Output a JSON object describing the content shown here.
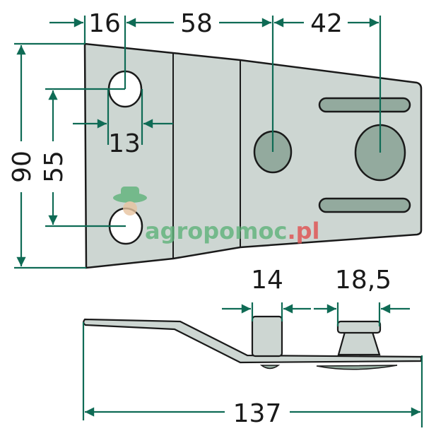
{
  "colors": {
    "dimension": "#0f6b55",
    "plate": "#cdd6d2",
    "hole_fill": "#93aa9e",
    "outline": "#1a1a1a",
    "watermark_green": "#5fb37a",
    "watermark_red": "#e05050"
  },
  "top_dimensions": {
    "d1": "16",
    "d2": "58",
    "d3": "42"
  },
  "left_dimensions": {
    "height": "90",
    "hole_spacing": "55",
    "hole_width": "13"
  },
  "side_dimensions": {
    "post1": "14",
    "post2": "18,5",
    "length": "137"
  },
  "watermark": {
    "main": "agropomoc",
    "suffix": ".pl"
  }
}
